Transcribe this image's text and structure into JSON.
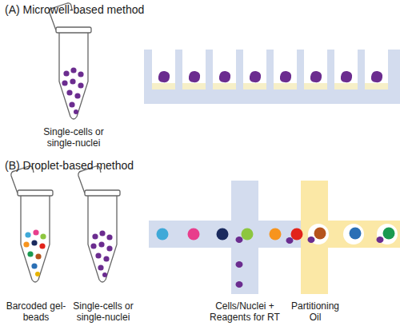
{
  "diagram": {
    "labels": [
      "(A) Microwell-based method",
      "Single-cells or single-nuclei",
      "(B) Droplet-based method",
      "Barcoded gel-beads",
      "Single-cells or single-nuclei",
      "Cells/Nuclei + Reagents for RT",
      "Partitioning Oil"
    ]
  }
}
